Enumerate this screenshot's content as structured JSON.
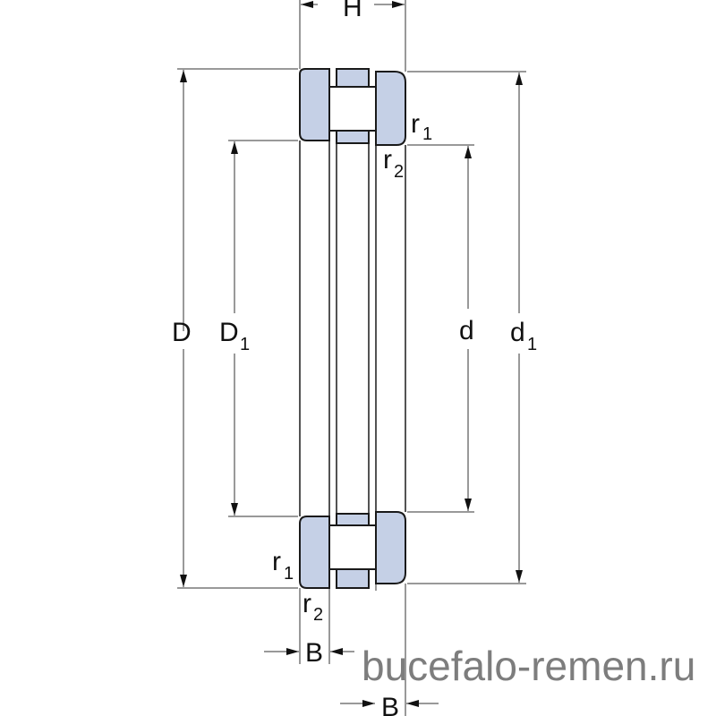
{
  "labels": {
    "D": "D",
    "D1_main": "D",
    "D1_sub": "1",
    "d": "d",
    "d1_main": "d",
    "d1_sub": "1",
    "H": "H",
    "B_lower": "B",
    "B_upper": "B",
    "r1_top_main": "r",
    "r1_top_sub": "1",
    "r2_top_main": "r",
    "r2_top_sub": "2",
    "r1_bottom_main": "r",
    "r1_bottom_sub": "1",
    "r2_bottom_main": "r",
    "r2_bottom_sub": "2"
  },
  "watermark": "bucefalo-remen.ru",
  "colors": {
    "part_fill": "#c5d0e6",
    "line": "#1a1a1a",
    "watermark": "#7d7d7d"
  }
}
